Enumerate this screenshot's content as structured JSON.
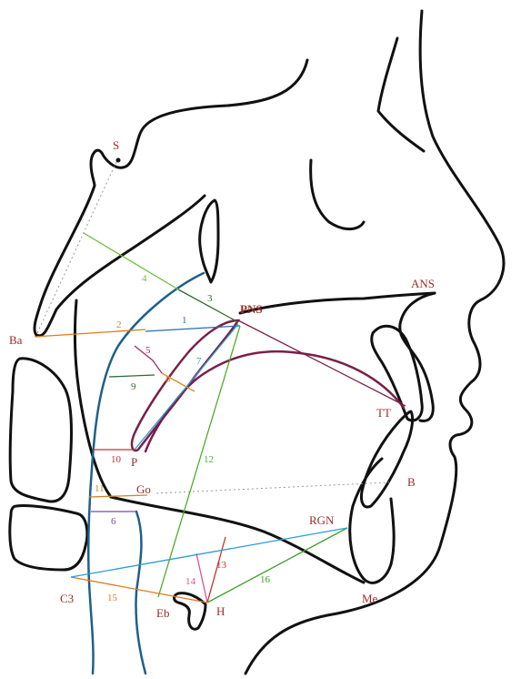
{
  "landmarks": {
    "S": "S",
    "Ba": "Ba",
    "PNS": "PNS",
    "ANS": "ANS",
    "TT": "TT",
    "P": "P",
    "Go": "Go",
    "B": "B",
    "RGN": "RGN",
    "C3": "C3",
    "Eb": "Eb",
    "H": "H",
    "Me": "Me"
  },
  "measurements": [
    {
      "id": "1",
      "color": "#2b6cb0"
    },
    {
      "id": "2",
      "color": "#dd7b1f"
    },
    {
      "id": "3",
      "color": "#2f6b2f"
    },
    {
      "id": "4",
      "color": "#6bbf3a"
    },
    {
      "id": "5",
      "color": "#a0306a"
    },
    {
      "id": "6",
      "color": "#7a4c9a"
    },
    {
      "id": "7",
      "color": "#2b9bd8"
    },
    {
      "id": "8",
      "color": "#d8902a"
    },
    {
      "id": "9",
      "color": "#2f6b2f"
    },
    {
      "id": "10",
      "color": "#c53030"
    },
    {
      "id": "11",
      "color": "#c9862a"
    },
    {
      "id": "12",
      "color": "#4caf2a"
    },
    {
      "id": "13",
      "color": "#c53030"
    },
    {
      "id": "14",
      "color": "#d4569a"
    },
    {
      "id": "15",
      "color": "#dd7b1f"
    },
    {
      "id": "16",
      "color": "#3aa02a"
    }
  ],
  "colors": {
    "outline": "#111111",
    "spine": "#1f5f8b",
    "tongue": "#7a1f4a",
    "landmark_text": "#9b2c2c"
  }
}
